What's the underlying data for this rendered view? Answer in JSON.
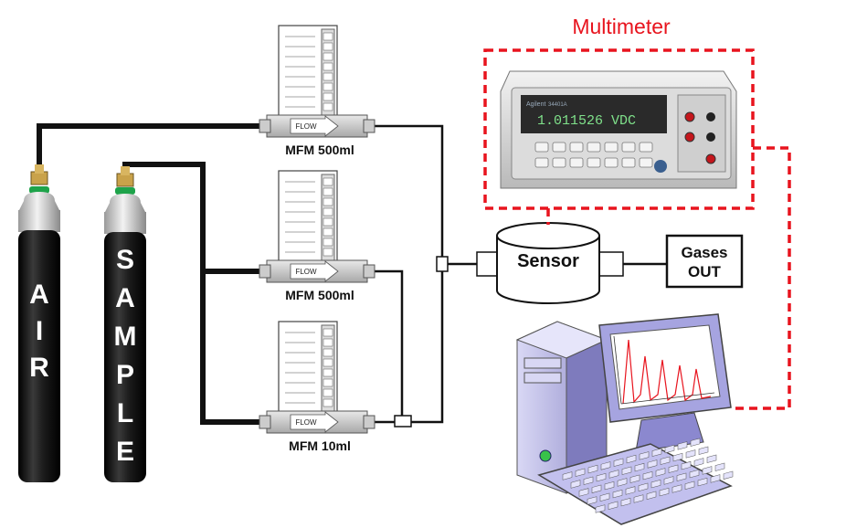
{
  "multimeter": {
    "title": "Multimeter",
    "display_text": "1.011526 VDC",
    "brand_text": "Agilent",
    "model_text": "34401A"
  },
  "cylinders": {
    "air_label": "AIR",
    "sample_label": "SAMPLE"
  },
  "flow_meters": [
    {
      "label": "MFM 500ml",
      "flow_text": "FLOW"
    },
    {
      "label": "MFM 500ml",
      "flow_text": "FLOW"
    },
    {
      "label": "MFM 10ml",
      "flow_text": "FLOW"
    }
  ],
  "sensor": {
    "label": "Sensor"
  },
  "outlet": {
    "line1": "Gases",
    "line2": "OUT"
  },
  "colors": {
    "accent_red": "#e8141e",
    "pipe": "#111111",
    "cylinder": "#1a1a1a",
    "computer": "#b9b7e6"
  }
}
